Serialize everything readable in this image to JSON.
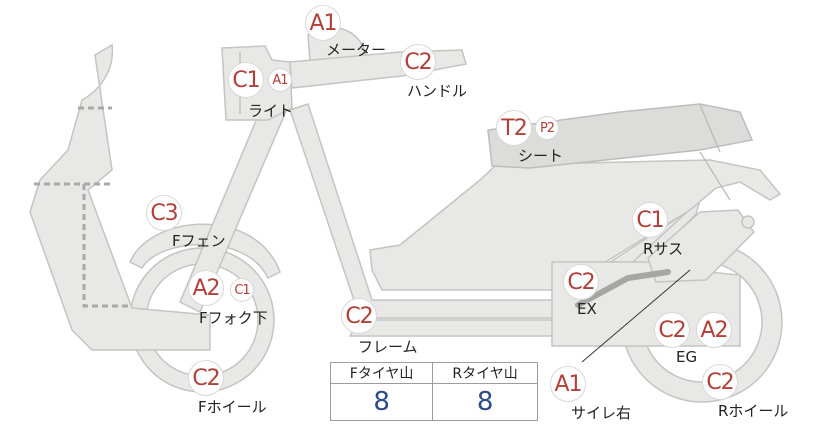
{
  "parts": {
    "meter": {
      "grade": "A1",
      "label": "メーター"
    },
    "handle": {
      "grade": "C2",
      "label": "ハンドル"
    },
    "light": {
      "grade": "C1",
      "subgrade": "A1",
      "label": "ライト"
    },
    "seat": {
      "grade": "T2",
      "subgrade": "P2",
      "label": "シート"
    },
    "front_fender": {
      "grade": "C3",
      "label": "Fフェン"
    },
    "rear_suspension": {
      "grade": "C1",
      "label": "Rサス"
    },
    "exhaust": {
      "grade": "C2",
      "label": "EX"
    },
    "front_fork": {
      "grade": "A2",
      "subgrade": "C1",
      "label": "Fフォク下"
    },
    "frame": {
      "grade": "C2",
      "label": "フレーム"
    },
    "engine": {
      "grade": "C2",
      "grade2": "A2",
      "label": "EG"
    },
    "front_wheel": {
      "grade": "C2",
      "label": "Fホイール"
    },
    "right_muffler": {
      "grade": "A1",
      "label": "サイレ右"
    },
    "rear_wheel": {
      "grade": "C2",
      "label": "Rホイール"
    }
  },
  "tread_table": {
    "headers": [
      "Fタイヤ山",
      "Rタイヤ山"
    ],
    "values": [
      "8",
      "8"
    ]
  }
}
